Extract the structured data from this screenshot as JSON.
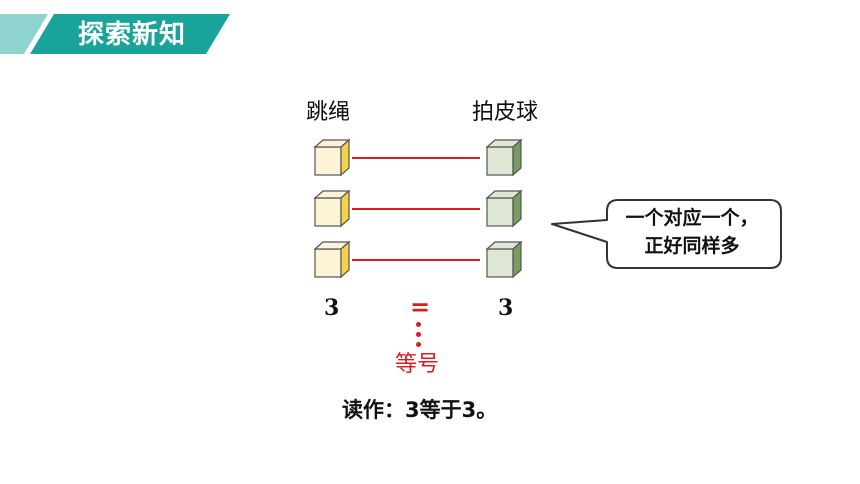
{
  "header": {
    "title": "探索新知",
    "banner_color": "#1aa39b",
    "stripe_color": "#8fd3cf"
  },
  "left_column": {
    "label": "跳绳",
    "count": "3",
    "cube_face": "#fdf3d6",
    "cube_side": "#f2d24a"
  },
  "right_column": {
    "label": "拍皮球",
    "count": "3",
    "cube_face": "#dfe8d4",
    "cube_side": "#7a9c5e"
  },
  "rows": 3,
  "comparison": {
    "symbol": "=",
    "symbol_name": "等号"
  },
  "reading": "读作：3等于3。",
  "speech_bubble": {
    "line1": "一个对应一个，",
    "line2": "正好同样多"
  },
  "accent_color": "#d81e1e"
}
